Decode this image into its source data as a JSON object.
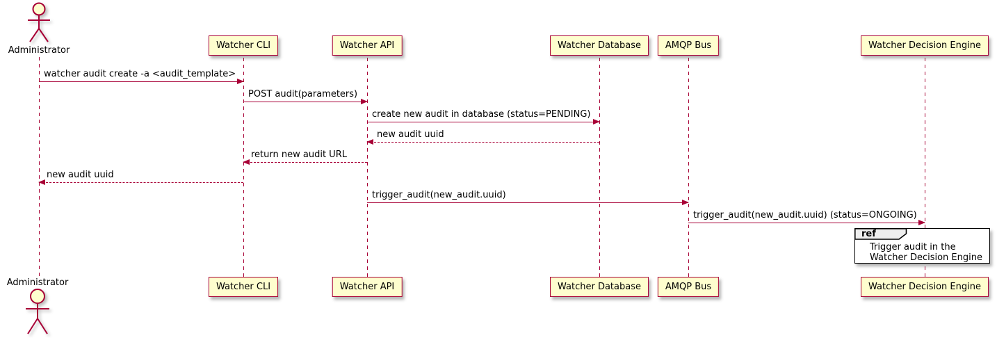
{
  "diagram": {
    "actor": {
      "name": "Administrator"
    },
    "participants": [
      {
        "label": "Watcher CLI"
      },
      {
        "label": "Watcher API"
      },
      {
        "label": "Watcher Database"
      },
      {
        "label": "AMQP Bus"
      },
      {
        "label": "Watcher Decision Engine"
      }
    ],
    "messages": [
      {
        "from": "Administrator",
        "to": "Watcher CLI",
        "style": "solid",
        "label": "watcher audit create -a <audit_template>"
      },
      {
        "from": "Watcher CLI",
        "to": "Watcher API",
        "style": "solid",
        "label": "POST audit(parameters)"
      },
      {
        "from": "Watcher API",
        "to": "Watcher Database",
        "style": "solid",
        "label": "create new audit in database (status=PENDING)"
      },
      {
        "from": "Watcher Database",
        "to": "Watcher API",
        "style": "dashed",
        "label": "new audit uuid"
      },
      {
        "from": "Watcher API",
        "to": "Watcher CLI",
        "style": "dashed",
        "label": "return new audit URL"
      },
      {
        "from": "Watcher CLI",
        "to": "Administrator",
        "style": "dashed",
        "label": "new audit uuid"
      },
      {
        "from": "Watcher API",
        "to": "AMQP Bus",
        "style": "solid",
        "label": "trigger_audit(new_audit.uuid)"
      },
      {
        "from": "AMQP Bus",
        "to": "Watcher Decision Engine",
        "style": "solid",
        "label": "trigger_audit(new_audit.uuid) (status=ONGOING)"
      }
    ],
    "ref": {
      "tag": "ref",
      "line1": "Trigger audit in the",
      "line2": "Watcher Decision Engine"
    },
    "colors": {
      "stroke": "#A80036",
      "participant_fill": "#FEFECE",
      "ref_tab_fill": "#EEEEEE"
    }
  }
}
